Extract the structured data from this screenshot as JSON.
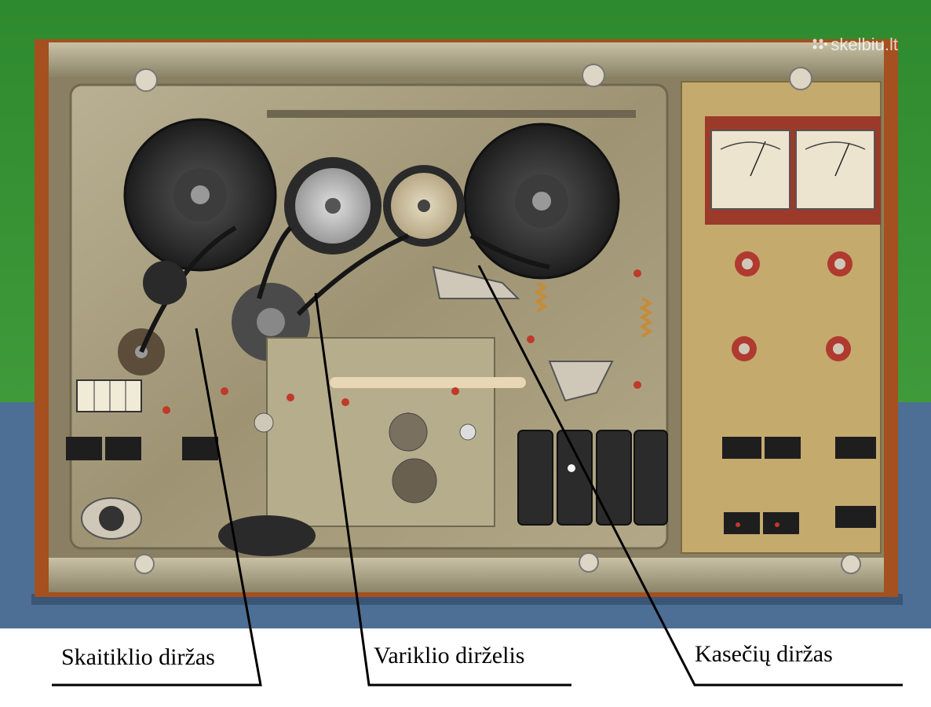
{
  "watermark": "skelbiu.lt",
  "labels": [
    {
      "id": "counter-belt",
      "text": "Skaitiklio diržas"
    },
    {
      "id": "motor-belt",
      "text": "Variklio dirželis"
    },
    {
      "id": "cassette-belt",
      "text": "Kasečių diržas"
    }
  ],
  "colors": {
    "background_green": "#2e8a2e",
    "floor_blue": "#4d6f95",
    "chassis": "#a59a7a",
    "wood": "#a4501f",
    "reel": "#3a3a3a",
    "leader_line": "#000000"
  }
}
